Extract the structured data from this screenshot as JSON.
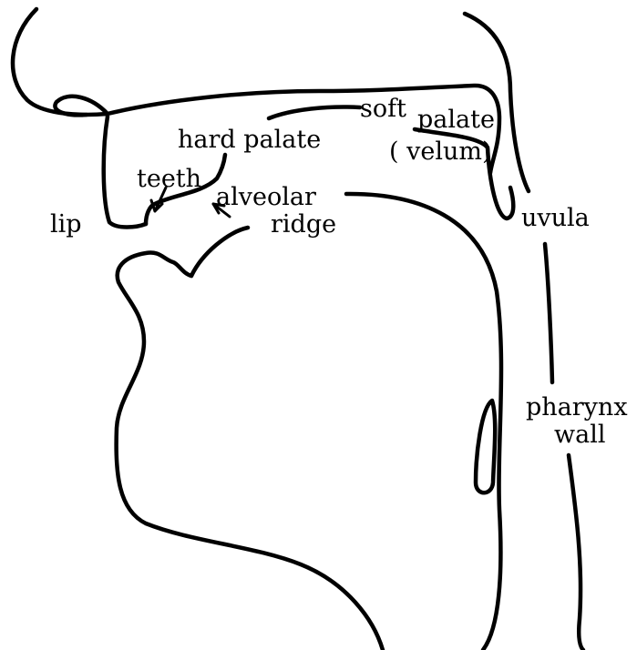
{
  "diagram": {
    "labels": {
      "lip": "lip",
      "teeth": "teeth",
      "hard_palate": "hard palate",
      "alveolar": "alveolar",
      "ridge": "ridge",
      "soft": "soft",
      "palate": "palate",
      "velum": "( velum)",
      "uvula": "uvula",
      "pharynx": "pharynx",
      "wall": "wall"
    }
  }
}
